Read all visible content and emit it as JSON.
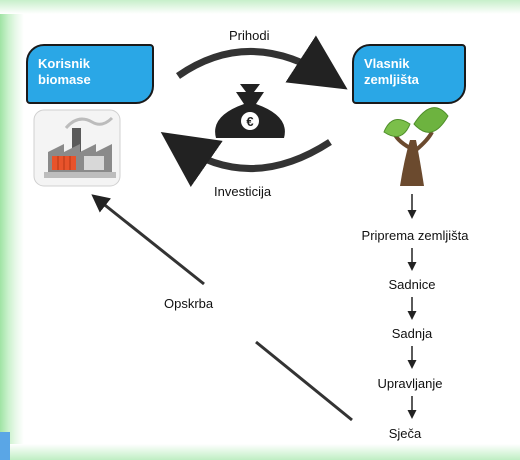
{
  "diagram": {
    "top_label": "Prihodi",
    "bottom_label": "Investicija",
    "side_label": "Opskrba",
    "left_box": {
      "line1": "Korisnik",
      "line2": "biomase"
    },
    "right_box": {
      "line1": "Vlasnik",
      "line2": "zemljišta"
    },
    "money_symbol": "€",
    "steps": [
      "Priprema zemljišta",
      "Sadnice",
      "Sadnja",
      "Upravljanje",
      "Sječa"
    ]
  },
  "icons": {
    "factory": "factory-icon",
    "money": "money-bag-icon",
    "plant": "plant-icon"
  },
  "colors": {
    "box_fill": "#2aa7e6",
    "arrow": "#333333",
    "leaf_green": "#6db33f",
    "trunk_brown": "#6b4a2e"
  }
}
